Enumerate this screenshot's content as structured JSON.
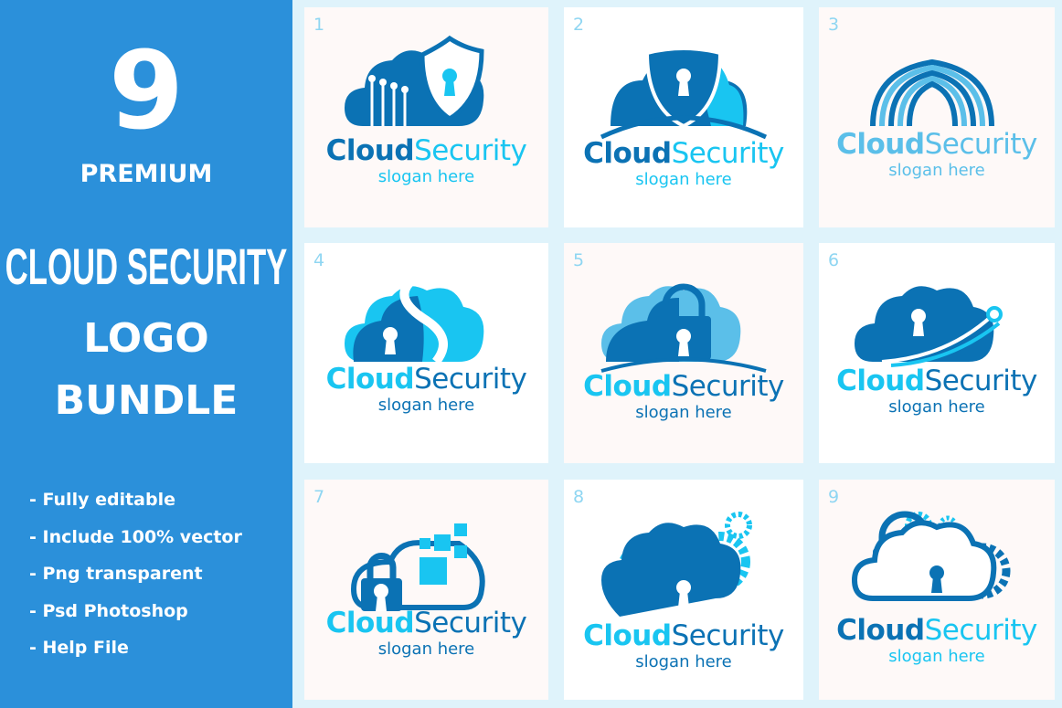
{
  "panel": {
    "count": "9",
    "premium": "PREMIUM",
    "title1": "CLOUD SECURITY",
    "title2": "LOGO",
    "title3": "BUNDLE",
    "features": [
      "- Fully editable",
      "- Include 100% vector",
      "- Png transparent",
      "- Psd Photoshop",
      "- Help File"
    ]
  },
  "colors": {
    "panel": "#2b90da",
    "dark": "#0b72b4",
    "light": "#19c5f1",
    "mid": "#5bbfe9"
  },
  "cards": [
    {
      "num": "1",
      "word1": "Cloud",
      "word2": "Security",
      "slogan": "slogan here",
      "icon": "cloud-shield-circuit-icon"
    },
    {
      "num": "2",
      "word1": "Cloud",
      "word2": "Security",
      "slogan": "slogan here",
      "icon": "cloud-shield-keyhole-icon"
    },
    {
      "num": "3",
      "word1": "Cloud",
      "word2": "Security",
      "slogan": "slogan here",
      "icon": "cloud-fingerprint-icon"
    },
    {
      "num": "4",
      "word1": "Cloud",
      "word2": "Security",
      "slogan": "slogan here",
      "icon": "cloud-keyhole-swoosh-icon"
    },
    {
      "num": "5",
      "word1": "Cloud",
      "word2": "Security",
      "slogan": "slogan here",
      "icon": "cloud-padlock-icon"
    },
    {
      "num": "6",
      "word1": "Cloud",
      "word2": "Security",
      "slogan": "slogan here",
      "icon": "cloud-keyhole-circuit-icon"
    },
    {
      "num": "7",
      "word1": "Cloud",
      "word2": "Security",
      "slogan": "slogan here",
      "icon": "cloud-padlock-pixels-icon"
    },
    {
      "num": "8",
      "word1": "Cloud",
      "word2": "Security",
      "slogan": "slogan here",
      "icon": "cloud-gears-keyhole-icon"
    },
    {
      "num": "9",
      "word1": "Cloud",
      "word2": "Security",
      "slogan": "slogan here",
      "icon": "cloud-padlock-gears-icon"
    }
  ]
}
